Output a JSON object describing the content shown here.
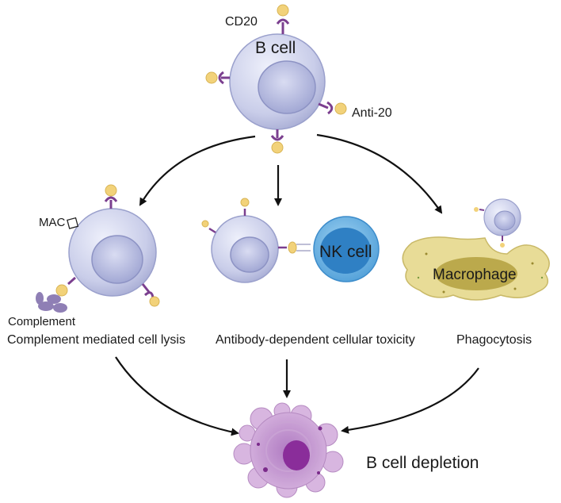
{
  "labels": {
    "cd20": "CD20",
    "b_cell": "B cell",
    "anti20": "Anti-20",
    "mac": "MAC",
    "nk_cell": "NK cell",
    "macrophage": "Macrophage",
    "complement": "Complement",
    "cdc": "Complement mediated cell lysis",
    "adcc": "Antibody-dependent cellular toxicity",
    "phagocytosis": "Phagocytosis",
    "depletion": "B cell depletion"
  },
  "colors": {
    "cell_body": "#c9cde9",
    "nucleus": "#aab0d9",
    "receptor": "#7b3f8f",
    "antibody": "#f2d27a",
    "nk_outer": "#5aa9dc",
    "nk_inner": "#2f7fc2",
    "macrophage": "#e8dc97",
    "macro_nucleus": "#b8a64a",
    "dead_cell": "#c59ad0",
    "dead_core": "#8a2d9a",
    "arrow": "#111111"
  }
}
